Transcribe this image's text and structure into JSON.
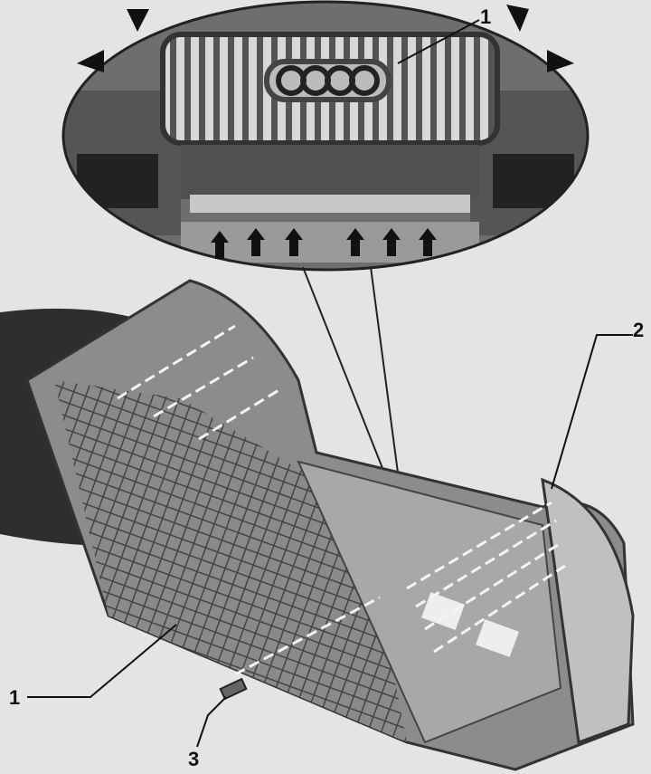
{
  "figure": {
    "callout_labels": {
      "grille_top": "1",
      "bumper_side": "2",
      "grille_bottom": "1",
      "fastener": "3"
    },
    "colors": {
      "background": "#e4e4e4",
      "part_dark": "#3a3a3a",
      "part_mid": "#7a7a7a",
      "part_light": "#b8b8b8",
      "arrow": "#111111"
    }
  }
}
